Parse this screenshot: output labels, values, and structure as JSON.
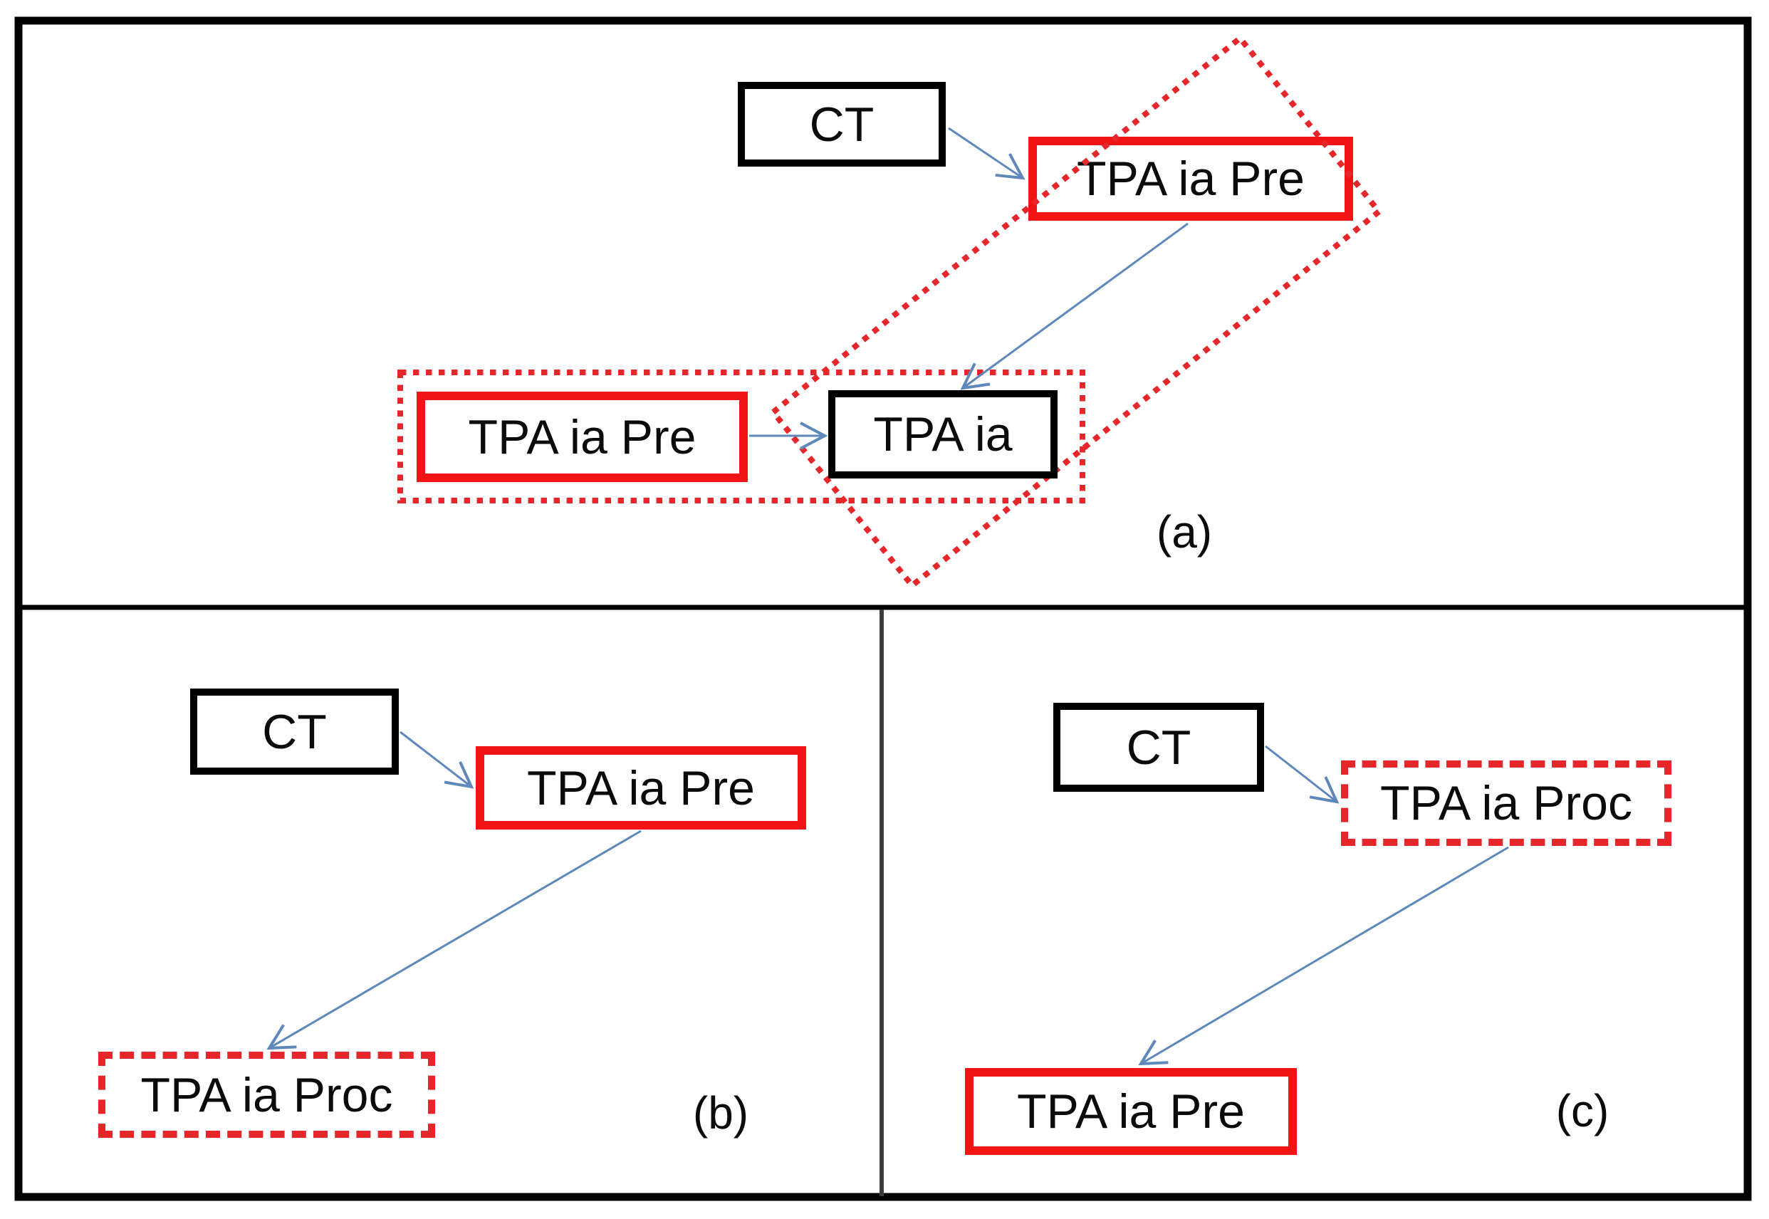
{
  "figure": {
    "type": "flow-diagram",
    "panels": {
      "a": {
        "label": "(a)",
        "ct": "CT",
        "tpa_ia_pre_upper": "TPA ia Pre",
        "tpa_ia_pre_left": "TPA ia Pre",
        "tpa_ia": "TPA ia"
      },
      "b": {
        "label": "(b)",
        "ct": "CT",
        "tpa_ia_pre": "TPA ia Pre",
        "tpa_ia_proc": "TPA ia Proc"
      },
      "c": {
        "label": "(c)",
        "ct": "CT",
        "tpa_ia_proc": "TPA ia Proc",
        "tpa_ia_pre": "TPA ia Pre"
      }
    }
  },
  "colors": {
    "ink": "#000000",
    "red_solid": "#f01414",
    "red_dotted": "#e5272c",
    "arrow_blue": "#5e87ba",
    "divider_gray": "#3c3c3c"
  }
}
